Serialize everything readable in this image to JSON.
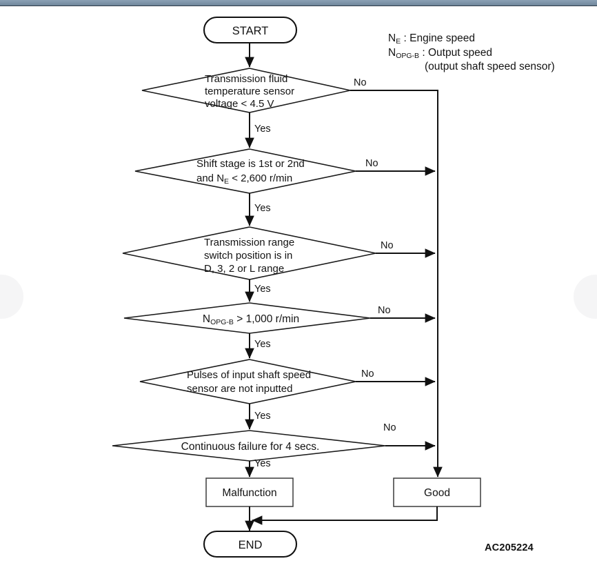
{
  "page": {
    "background_color": "#ffffff",
    "top_bar_color": "#6e8499",
    "reference_code": "AC205224"
  },
  "legend": {
    "lines": [
      {
        "symbol": "N",
        "subscript": "E",
        "separator": " : ",
        "text": "Engine speed"
      },
      {
        "symbol": "N",
        "subscript": "OPG-B",
        "separator": " : ",
        "text": "Output speed"
      },
      {
        "symbol": "",
        "subscript": "",
        "separator": "",
        "text": "(output shaft speed sensor)"
      }
    ]
  },
  "flowchart": {
    "type": "flowchart",
    "start_label": "START",
    "end_label": "END",
    "yes_label": "Yes",
    "no_label": "No",
    "decisions": [
      {
        "id": "d1",
        "lines": [
          "Transmission fluid",
          "temperature sensor",
          "voltage < 4.5 V"
        ],
        "align": "left",
        "yes_label": "Yes",
        "no_label": "No"
      },
      {
        "id": "d2",
        "lines": [
          "Shift stage is 1st or 2nd",
          "and N|E| < 2,600 r/min"
        ],
        "align": "left",
        "yes_label": "Yes",
        "no_label": "No"
      },
      {
        "id": "d3",
        "lines": [
          "Transmission range",
          "switch position is in",
          "D, 3, 2 or L range"
        ],
        "align": "left",
        "yes_label": "Yes",
        "no_label": "No"
      },
      {
        "id": "d4",
        "lines": [
          "N|OPG-B| > 1,000 r/min"
        ],
        "align": "center",
        "yes_label": "Yes",
        "no_label": "No"
      },
      {
        "id": "d5",
        "lines": [
          "Pulses of input shaft speed",
          "sensor are not inputted"
        ],
        "align": "left",
        "yes_label": "Yes",
        "no_label": "No"
      },
      {
        "id": "d6",
        "lines": [
          "Continuous failure for 4 secs."
        ],
        "align": "center",
        "yes_label": "Yes",
        "no_label": "No"
      }
    ],
    "outcomes": {
      "fail_label": "Malfunction",
      "pass_label": "Good"
    }
  }
}
